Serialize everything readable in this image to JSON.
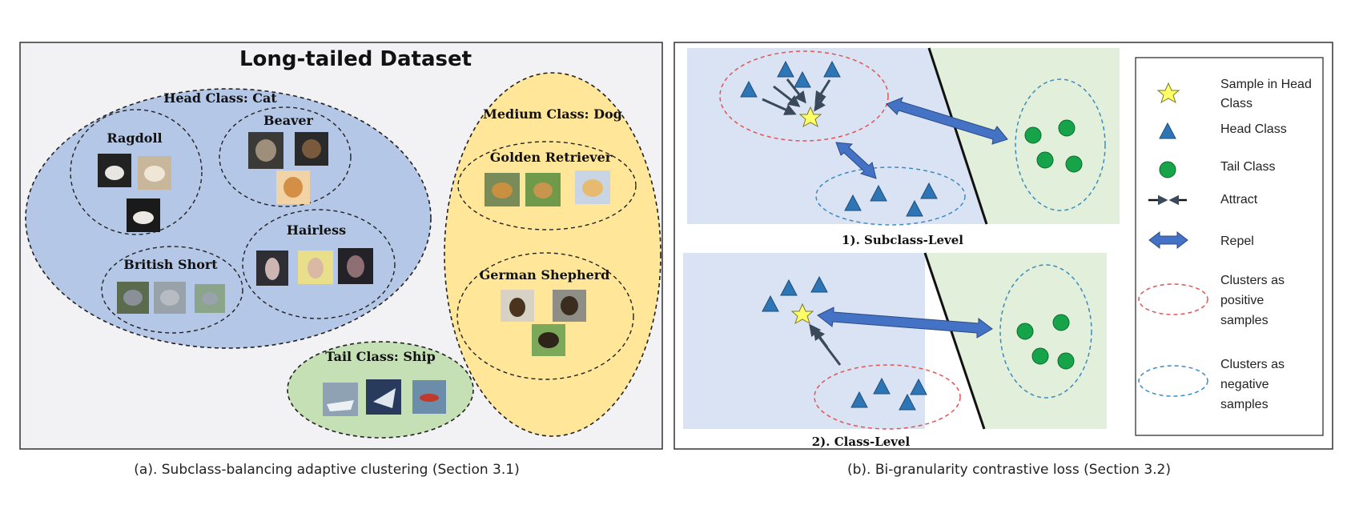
{
  "panel_a": {
    "title": "Long-tailed Dataset",
    "head_class": "Head Class: Cat",
    "medium_class": "Medium Class: Dog",
    "tail_class": "Tail Class: Ship",
    "subclasses": {
      "ragdoll": "Ragdoll",
      "beaver": "Beaver",
      "hairless": "Hairless",
      "british_short": "British Short",
      "golden_retriever": "Golden Retriever",
      "german_shepherd": "German Shepherd"
    },
    "caption": "(a). Subclass-balancing adaptive clustering (Section 3.1)"
  },
  "panel_b": {
    "subclass_level": "1). Subclass-Level",
    "class_level": "2). Class-Level",
    "caption": "(b). Bi-granularity contrastive loss (Section 3.2)",
    "legend": {
      "sample_line1": "Sample in Head",
      "sample_line2": "Class",
      "head_class": "Head Class",
      "tail_class": "Tail Class",
      "attract": "Attract",
      "repel": "Repel",
      "pos_line1": "Clusters as",
      "pos_line2": "positive",
      "pos_line3": "samples",
      "neg_line1": "Clusters as",
      "neg_line2": "negative",
      "neg_line3": "samples"
    }
  },
  "colors": {
    "head_fill": "#b4c7e7",
    "medium_fill": "#ffe699",
    "tail_fill": "#c5e0b4",
    "panel_bg": "#f2f2f5",
    "region_blue": "#dae3f3",
    "region_green": "#e2efda",
    "triangle": "#2e75b6",
    "circle": "#16a34a",
    "star": "#ffff66",
    "repel_arrow": "#4472c4",
    "positive_dash": "#e05555",
    "negative_dash": "#3b8bc2"
  }
}
